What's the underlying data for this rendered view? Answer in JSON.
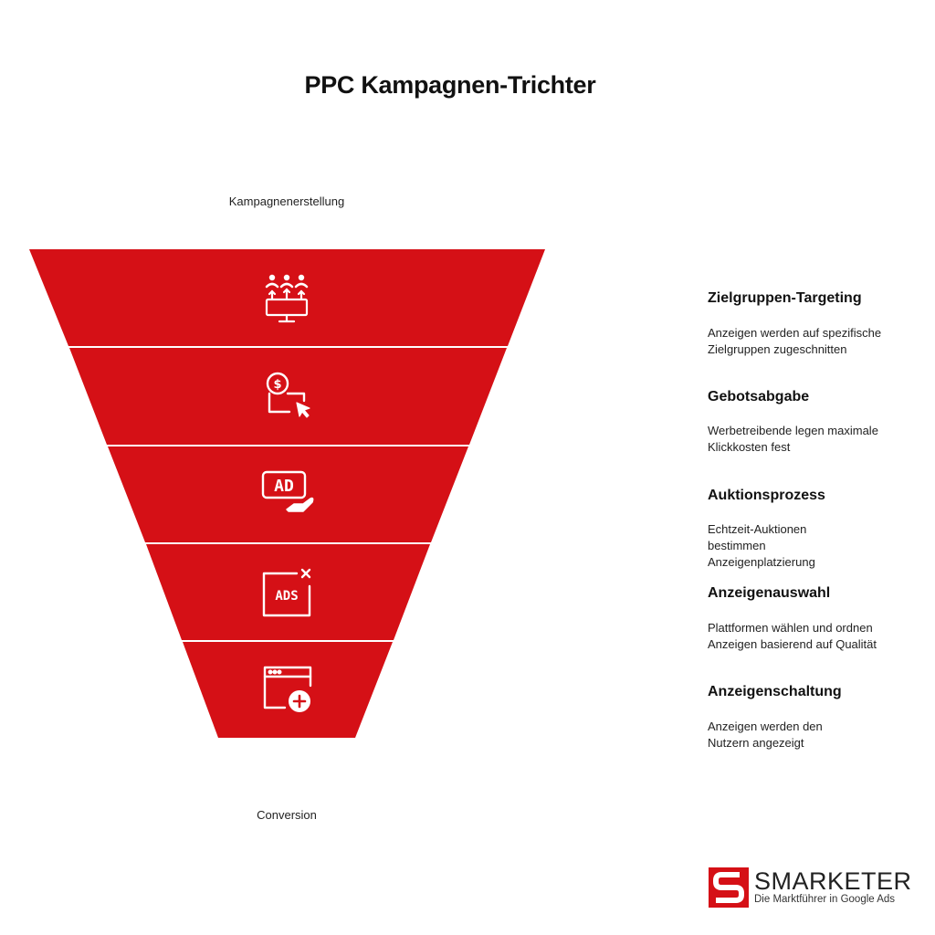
{
  "title": "PPC Kampagnen-Trichter",
  "top_label": "Kampagnenerstellung",
  "bottom_label": "Conversion",
  "funnel_color": "#d51016",
  "stages": [
    {
      "title": "Zielgruppen-Targeting",
      "description": "Anzeigen werden auf spezifische Zielgruppen zugeschnitten",
      "icon": "audience-targeting-icon"
    },
    {
      "title": "Gebotsabgabe",
      "description": "Werbetreibende legen maximale Klickkosten fest",
      "icon": "bid-click-icon"
    },
    {
      "title": "Auktionsprozess",
      "description": "Echtzeit-Auktionen bestimmen Anzeigenplatzierung",
      "icon": "ad-hand-icon"
    },
    {
      "title": "Anzeigenauswahl",
      "description": "Plattformen wählen und ordnen Anzeigen basierend auf Qualität",
      "icon": "ads-board-icon"
    },
    {
      "title": "Anzeigenschaltung",
      "description": "Anzeigen werden den Nutzern angezeigt",
      "icon": "browser-add-icon"
    }
  ],
  "logo": {
    "name": "SMARKETER",
    "tagline": "Die Marktführer in Google Ads"
  }
}
